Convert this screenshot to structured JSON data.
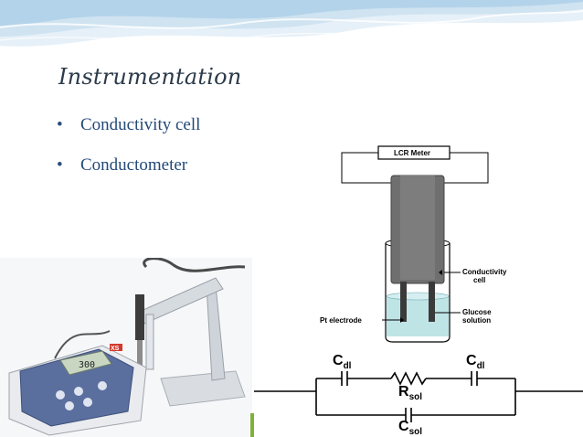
{
  "slide": {
    "title": "Instrumentation",
    "bullets": [
      "Conductivity cell",
      "Conductometer"
    ]
  },
  "cell_diagram": {
    "meter_label": "LCR Meter",
    "conductivity_label_1": "Conductivity",
    "conductivity_label_2": "cell",
    "glucose_label_1": "Glucose",
    "glucose_label_2": "solution",
    "electrode_label": "Pt electrode"
  },
  "circuit": {
    "cdl_left": "C",
    "cdl_left_sub": "dl",
    "rsol": "R",
    "rsol_sub": "sol",
    "cdl_right": "C",
    "cdl_right_sub": "dl",
    "csol": "C",
    "csol_sub": "sol"
  },
  "device": {
    "display_value": "300",
    "brand_badge": "XS"
  },
  "colors": {
    "title": "#2b3a4a",
    "bullet_text": "#234a78",
    "wave_light": "#dbe9f4",
    "wave_mid": "#a9cce6",
    "glucose_fill": "#bfe4e6",
    "accent_green": "#7fb23a"
  }
}
